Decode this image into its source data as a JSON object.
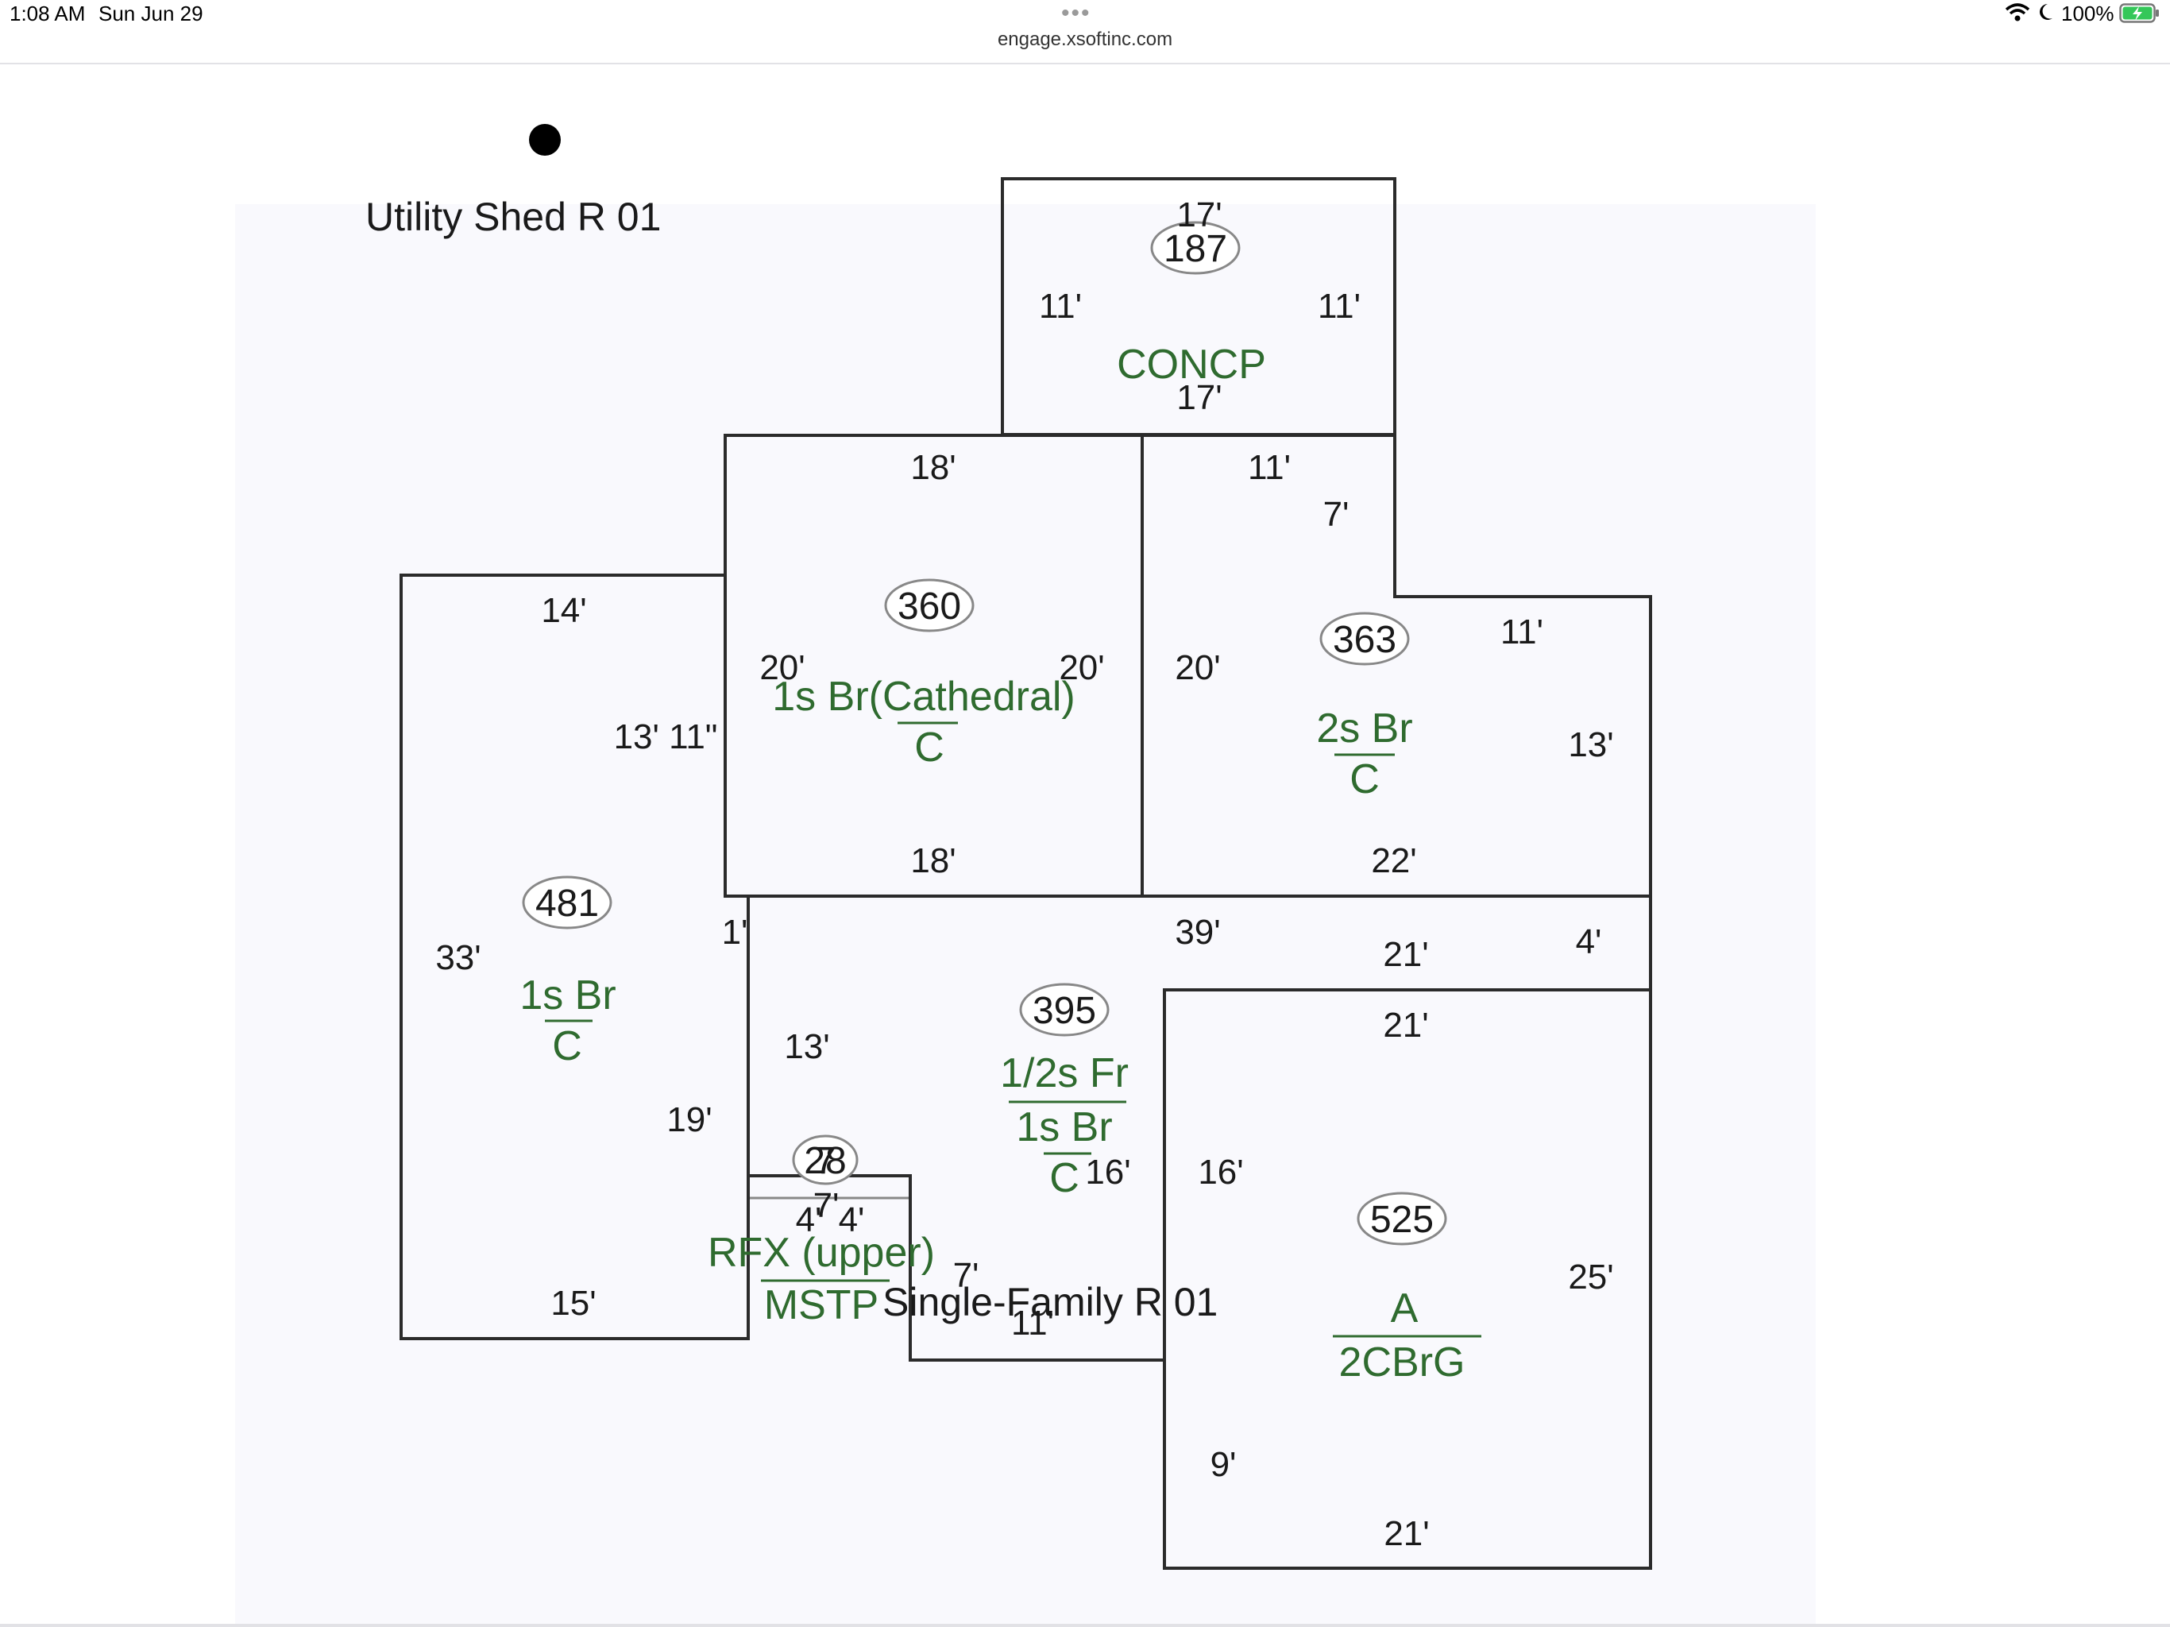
{
  "status_bar": {
    "time": "1:08 AM",
    "date": "Sun Jun 29",
    "battery": "100%",
    "icons": [
      "wifi-icon",
      "do-not-disturb-moon-icon",
      "battery-charging-icon"
    ]
  },
  "browser": {
    "url": "engage.xsoftinc.com",
    "menu_dots": "•••"
  },
  "sketch": {
    "captions": {
      "utility_shed": "Utility Shed R 01",
      "single_family": "Single-Family R 01"
    },
    "concp": {
      "area": "187",
      "label": "CONCP",
      "top": "17'",
      "bottom": "17'",
      "left": "11'",
      "right": "11'"
    },
    "cathedral": {
      "area": "360",
      "label": "1s Br(Cathedral)",
      "sub": "C",
      "top": "18'",
      "bottom": "18'",
      "left": "20'",
      "right": "20'",
      "offset": "13' 11\""
    },
    "two_story": {
      "area": "363",
      "label": "2s Br",
      "sub": "C",
      "top": "11'",
      "step": "7'",
      "right_top": "11'",
      "left": "20'",
      "right": "13'",
      "bottom": "22'"
    },
    "left_wing": {
      "area": "481",
      "label": "1s Br",
      "sub": "C",
      "top": "14'",
      "left": "33'",
      "bottom": "15'",
      "inner": "19'",
      "notch": "1'"
    },
    "center": {
      "area": "395",
      "label": "1/2s Fr",
      "label2": "1s Br",
      "sub": "C",
      "top": "39'",
      "left": "13'",
      "right": "16'",
      "step": "7'",
      "bottom": "11'"
    },
    "strip": {
      "top": "21'",
      "right": "4'"
    },
    "garage": {
      "area": "525",
      "label": "A",
      "sub": "2CBrG",
      "top": "21'",
      "left": "16'",
      "left_low": "9'",
      "right": "25'",
      "bottom": "21'"
    },
    "stoop": {
      "area_a": "28",
      "area_b": "7",
      "label": "RFX (upper)",
      "sub": "MSTP",
      "left": "4'",
      "right": "4'",
      "mid": "7'"
    }
  }
}
